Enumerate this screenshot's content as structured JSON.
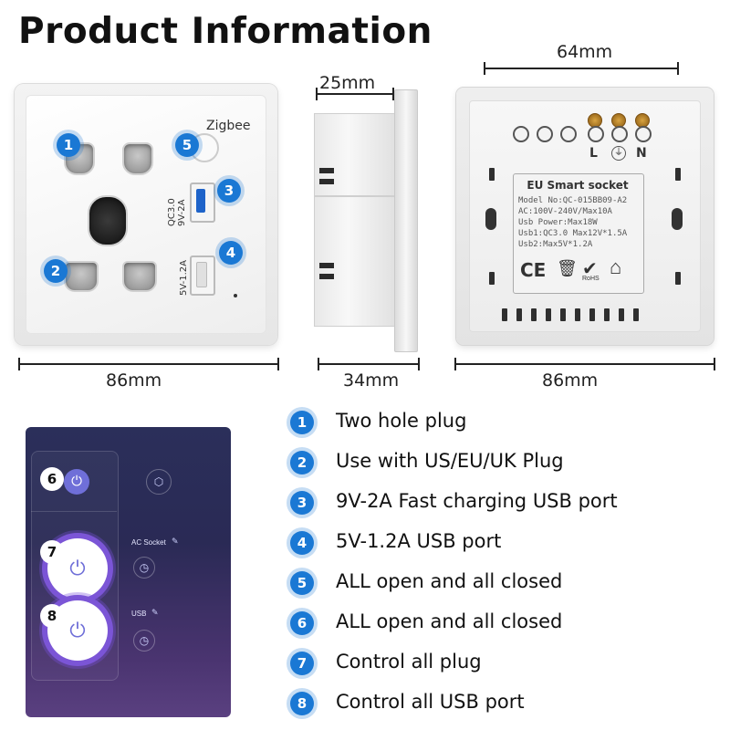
{
  "title": "Product Information",
  "dimensions": {
    "front_width": "86mm",
    "side_depth_top": "25mm",
    "side_depth_bottom": "34mm",
    "back_width_top": "64mm",
    "back_width_bottom": "86mm"
  },
  "front": {
    "brand": "Zigbee",
    "usb1_text_line1": "QC3.0",
    "usb1_text_line2": "9V-2A",
    "usb2_text": "5V-1.2A",
    "markers": [
      "1",
      "2",
      "3",
      "4",
      "5"
    ]
  },
  "back": {
    "label_title": "EU Smart socket",
    "label_lines": [
      "Model No:QC-015BB09-A2",
      "AC:100V-240V/Max10A",
      "Usb Power:Max18W",
      "Usb1:QC3.0 Max12V*1.5A",
      "Usb2:Max5V*1.2A"
    ],
    "terminal_L": "L",
    "terminal_N": "N",
    "mark_ce": "CE",
    "mark_rohs": "RoHS"
  },
  "app": {
    "ac_socket_label": "AC Socket",
    "usb_label": "USB",
    "markers": [
      "6",
      "7",
      "8"
    ]
  },
  "legend": [
    {
      "num": "1",
      "text": "Two hole plug"
    },
    {
      "num": "2",
      "text": "Use with US/EU/UK Plug"
    },
    {
      "num": "3",
      "text": "9V-2A Fast charging USB port"
    },
    {
      "num": "4",
      "text": "5V-1.2A USB port"
    },
    {
      "num": "5",
      "text": "ALL open and all closed"
    },
    {
      "num": "6",
      "text": "ALL open and all closed"
    },
    {
      "num": "7",
      "text": "Control all plug"
    },
    {
      "num": "8",
      "text": "Control all USB port"
    }
  ],
  "colors": {
    "marker_blue": "#1a78d4",
    "usb_qc_blue": "#1e63c9",
    "app_accent": "#6f6fd8"
  }
}
